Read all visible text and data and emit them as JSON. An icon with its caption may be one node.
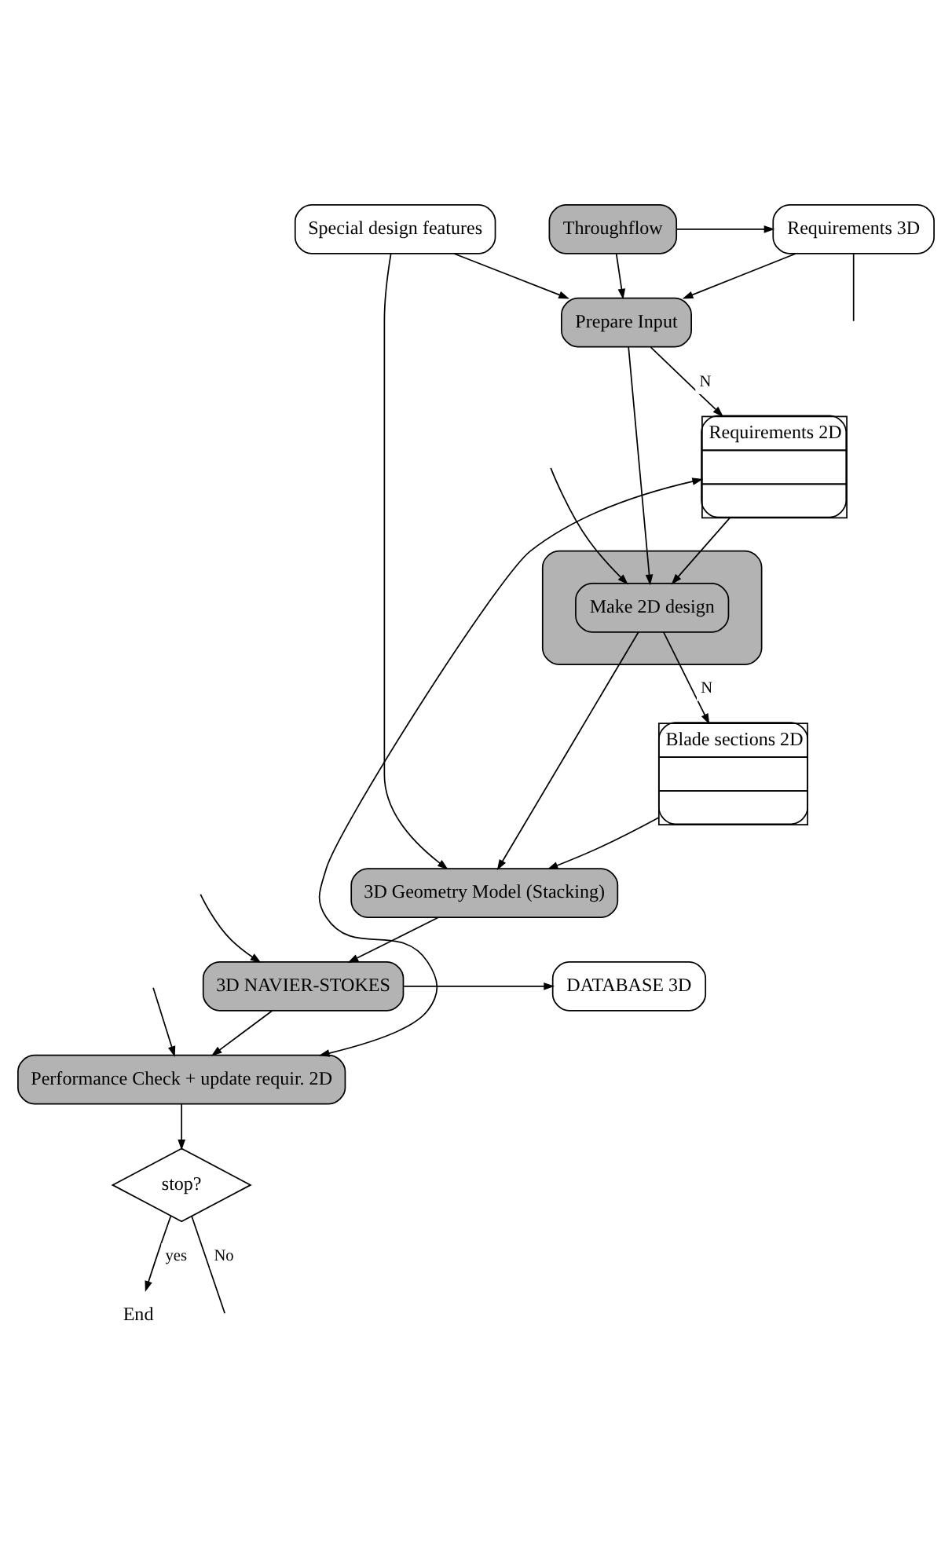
{
  "diagram": {
    "nodes": [
      {
        "text": [
          "Throughflow"
        ]
      },
      {
        "text": [
          "Requirements 3D"
        ]
      },
      {
        "text": [
          "Special design features"
        ]
      },
      {
        "text": [
          "Prepare Input"
        ]
      },
      {
        "text": [
          "Requirements 2D"
        ]
      },
      {
        "text": [],
        "shape": "box"
      },
      {
        "text": [
          "Make 2D design"
        ],
        "in": 5
      },
      {
        "text": [
          "Blade sections 2D"
        ]
      },
      {
        "text": [
          "3D Geometry Model (Stacking)"
        ]
      },
      {
        "text": [
          "3D NAVIER-STOKES"
        ]
      },
      {
        "text": [
          "DATABASE 3D"
        ]
      },
      {
        "text": [
          "Performance Check + update requir. 2D"
        ]
      },
      {
        "text": [
          "stop?"
        ]
      },
      {
        "text": [
          "End"
        ]
      }
    ],
    "edges": [
      {
        "from": 0,
        "to": 1,
        "arrow": "to"
      },
      {
        "from": 0,
        "to": 3,
        "arrow": "to"
      },
      {
        "from": 1,
        "to": 3,
        "arrow": "to"
      },
      {
        "from": 2,
        "to": 3,
        "arrow": "to"
      },
      {
        "from": 1,
        "to": null,
        "arrow": "none"
      },
      {
        "from": 3,
        "to": 4,
        "label": "N",
        "arrow": "to"
      },
      {
        "from": 3,
        "to": 6,
        "arrow": "to"
      },
      {
        "from": null,
        "to": 6,
        "arrow": "to"
      },
      {
        "from": 4,
        "to": 6,
        "arrow": "to"
      },
      {
        "from": 6,
        "to": 7,
        "label": "N",
        "arrow": "to"
      },
      {
        "from": 6,
        "to": 8,
        "arrow": "to"
      },
      {
        "from": 7,
        "to": 8,
        "arrow": "to"
      },
      {
        "from": 2,
        "to": 8,
        "arrow": "to"
      },
      {
        "from": 11,
        "to": 4,
        "arrow": "both"
      },
      {
        "from": 8,
        "to": 9,
        "arrow": "to"
      },
      {
        "from": 9,
        "to": 10,
        "arrow": "to"
      },
      {
        "from": null,
        "to": 9,
        "arrow": "to"
      },
      {
        "from": 9,
        "to": 11,
        "arrow": "to"
      },
      {
        "from": null,
        "to": 11,
        "arrow": "to"
      },
      {
        "from": 11,
        "to": 12,
        "arrow": "to"
      },
      {
        "from": 12,
        "to": null,
        "label": "No",
        "arrow": "none"
      },
      {
        "from": 12,
        "to": 13,
        "label": "yes",
        "arrow": "to"
      }
    ]
  }
}
